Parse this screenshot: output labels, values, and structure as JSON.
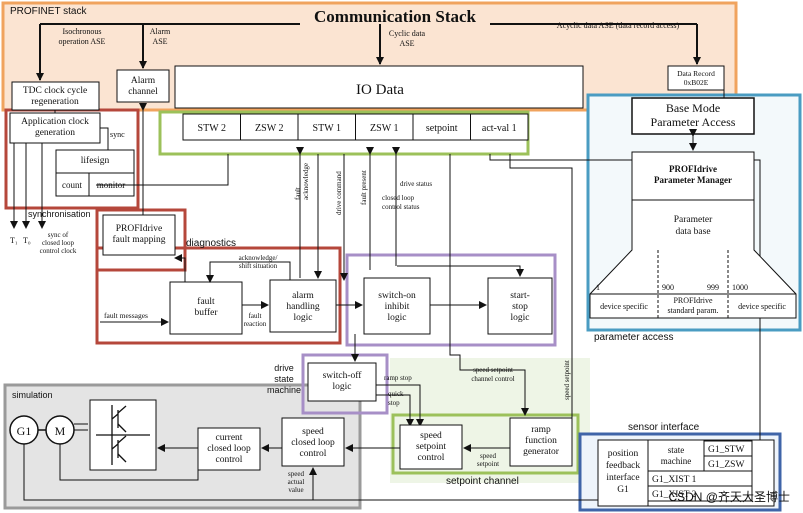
{
  "regions": {
    "profinet_stack": "PROFINET stack",
    "synchronisation": "synchronisation",
    "diagnostics": "diagnostics",
    "drive_state_machine": "drive\nstate\nmachine",
    "parameter_access": "parameter access",
    "simulation": "simulation",
    "sensor_interface": "sensor interface",
    "setpoint_channel": "setpoint channel"
  },
  "title": "Communication Stack",
  "stack_labels": {
    "isochronous": "Isochronous\noperation ASE",
    "alarm_ase": "Alarm\nASE",
    "cyclic": "Cyclic data\nASE",
    "acyclic": "Acyclic data ASE (data record access)"
  },
  "blocks": {
    "tdc": "TDC clock cycle\nregeneration",
    "alarm_channel": "Alarm\nchannel",
    "io_data": "IO Data",
    "data_record": "Data Record\n0xB02E",
    "app_clock": "Application clock\ngeneration",
    "sync": "sync",
    "lifesign": "lifesign",
    "count": "count",
    "monitor": "monitor",
    "fault_mapping": "PROFIdrive\nfault mapping",
    "fault_buffer": "fault\nbuffer",
    "alarm_handling": "alarm\nhandling\nlogic",
    "switch_on": "switch-on\ninhibit\nlogic",
    "start_stop": "start-\nstop\nlogic",
    "switch_off": "switch-off\nlogic",
    "speed_setpoint_control": "speed\nsetpoint\ncontrol",
    "ramp": "ramp\nfunction\ngenerator",
    "current_loop": "current\nclosed loop\ncontrol",
    "speed_loop": "speed\nclosed loop\ncontrol",
    "base_mode": "Base Mode\nParameter Access",
    "param_manager": "PROFIdrive\nParameter Manager",
    "param_db": "Parameter\ndata base",
    "position_feedback": "position\nfeedback\ninterface\nG1",
    "state_machine": "state\nmachine"
  },
  "io_slots": [
    "STW 2",
    "ZSW 2",
    "STW 1",
    "ZSW 1",
    "setpoint",
    "act-val 1"
  ],
  "sensor_slots": [
    "G1_STW",
    "G1_ZSW",
    "G1_XIST 1",
    "G1_XIST 2"
  ],
  "param_columns": {
    "n1": "1",
    "n900": "900",
    "n999": "999",
    "n1000": "1000",
    "device_specific_left": "device specific",
    "profidrive_std": "PROFIdrive\nstandard param.",
    "device_specific_right": "device specific"
  },
  "signals": {
    "t1": "T₁",
    "to": "T₀",
    "sync_closed": "sync of\nclosed loop\ncontrol clock",
    "fault_ack": "fault\nacknowledge",
    "drive_command": "drive command",
    "fault_present": "fault present",
    "drive_status": "drive status",
    "closed_loop_status": "closed loop\ncontrol status",
    "ack_shift": "acknowledge/\nshift situation",
    "fault_messages": "fault messages",
    "fault_reaction": "fault\nreaction",
    "ramp_stop": "ramp stop",
    "quick_stop": "quick\nstop",
    "speed_sp_channel": "speed setpoint\nchannel control",
    "speed_setpoint_v": "speed setpoint",
    "speed_setpoint2": "speed\nsetpoint",
    "speed_actual": "speed\nactual\nvalue"
  },
  "machines": {
    "g1": "G1",
    "m": "M"
  },
  "watermark": "CSDN @齐天大圣博士",
  "colors": {
    "orange": "#f0a35e",
    "green": "#9cc15a",
    "red": "#b5473b",
    "purple": "#a78fc7",
    "blue": "#4a9cc2",
    "gray": "#9a9a9a",
    "navy": "#3f64a8"
  }
}
